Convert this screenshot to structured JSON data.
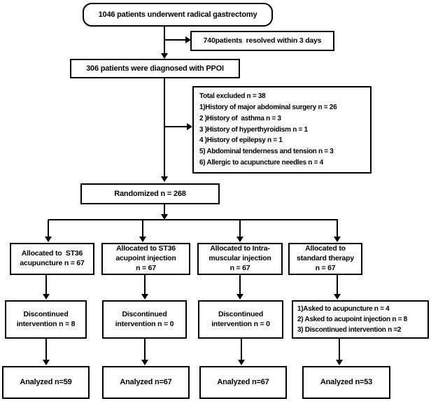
{
  "figure": {
    "type": "consort-flow-diagram",
    "background_color": "#ffffff",
    "line_color": "#000000",
    "text_color": "#000000"
  },
  "flowchart": {
    "enrollment": {
      "total": "1046 patients underwent radical gastrectomy",
      "resolved": "740patients  resolved within 3 days",
      "ppoi": "306 patients were diagnosed with PPOI",
      "excluded_lines": [
        "Total excluded n = 38",
        "1)History of major abdominal surgery n = 26",
        "2 )History of  asthma n = 3",
        "3 )History of hyperthyroidism n = 1",
        "4 )History of epilepsy n = 1",
        "5) Abdominal tenderness and tension n = 3",
        "6) Allergic to acupuncture needles n = 4"
      ],
      "randomized": "Randomized n = 268"
    },
    "allocation": [
      {
        "lines": [
          "Allocated to  ST36",
          "acupuncture n = 67"
        ]
      },
      {
        "lines": [
          "Allocated to ST36",
          "acupoint injection",
          "n = 67"
        ]
      },
      {
        "lines": [
          "Allocated to Intra-",
          "muscular injection",
          "n = 67"
        ]
      },
      {
        "lines": [
          "Allocated to",
          "standard therapy",
          "n = 67"
        ]
      }
    ],
    "followup": [
      {
        "lines": [
          "Discontinued",
          "intervention n = 8"
        ]
      },
      {
        "lines": [
          "Discontinued",
          "intervention n = 0"
        ]
      },
      {
        "lines": [
          "Discontinued",
          "intervention n = 0"
        ]
      },
      {
        "lines": [
          "1)Asked to acupuncture n = 4",
          "2) Asked to acupoint injection n = 8",
          "3) Discontinued intervention n =2"
        ]
      }
    ],
    "analysis": [
      {
        "label": "Analyzed n=59"
      },
      {
        "label": "Analyzed n=67"
      },
      {
        "label": "Analyzed n=67"
      },
      {
        "label": "Analyzed n=53"
      }
    ]
  }
}
